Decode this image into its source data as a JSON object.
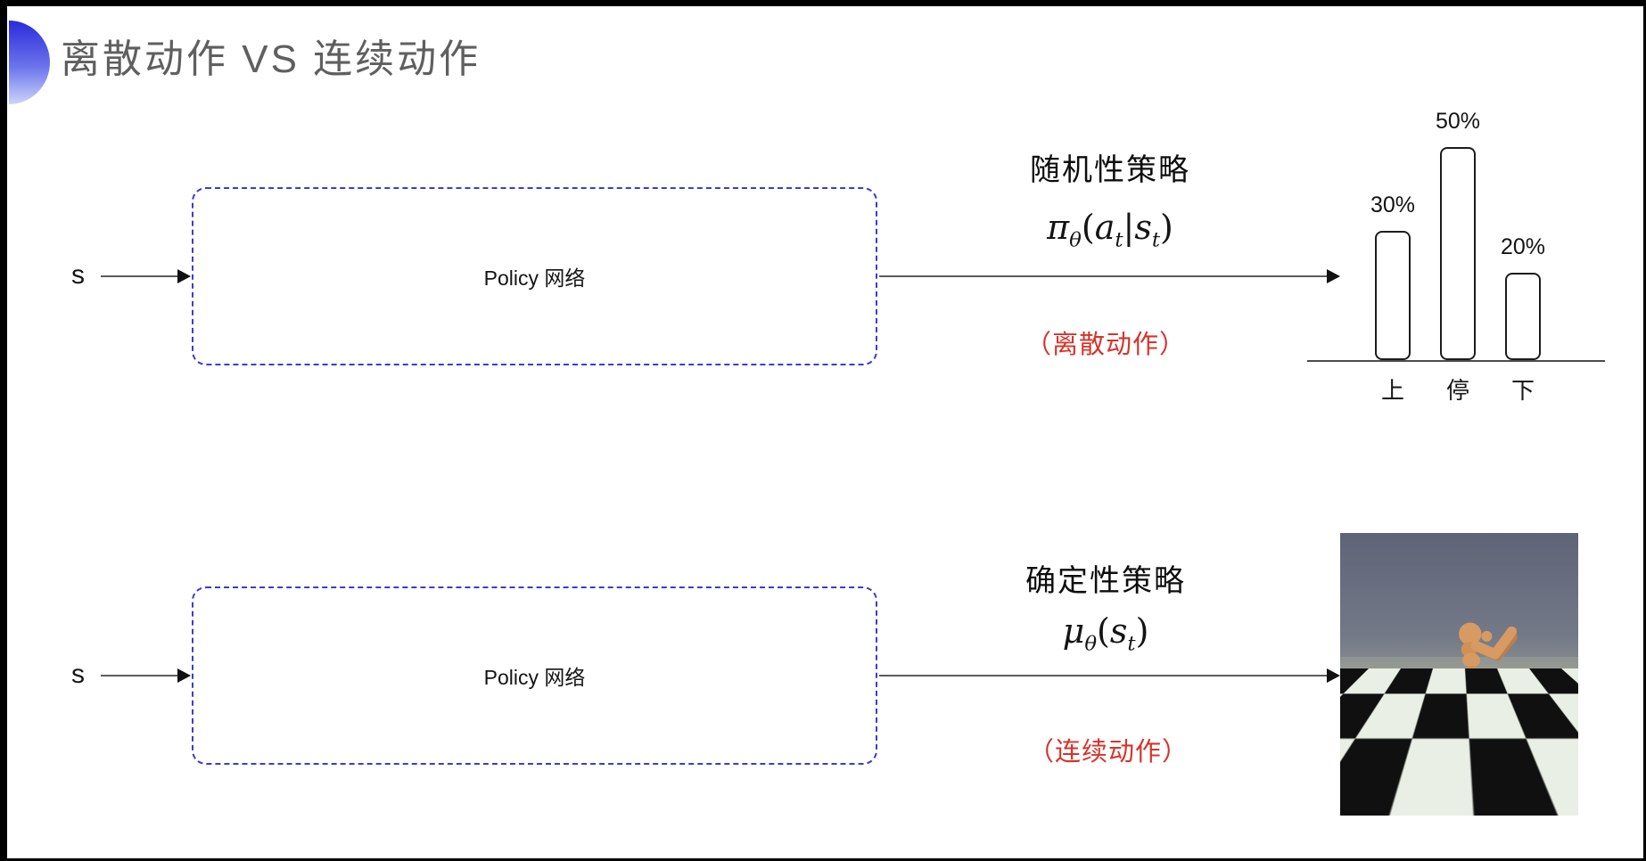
{
  "title": "离散动作 VS 连续动作",
  "top_row": {
    "input_label": "s",
    "box_label": "Policy 网络",
    "policy_type": "随机性策略",
    "formula": [
      {
        "base": "π",
        "sub": "θ",
        "italic": true
      },
      {
        "base": "(",
        "italic": false
      },
      {
        "base": "a",
        "sub": "t",
        "italic": true
      },
      {
        "base": "|",
        "italic": false
      },
      {
        "base": "s",
        "sub": "t",
        "italic": true
      },
      {
        "base": ")",
        "italic": false
      }
    ],
    "action_note": "（离散动作）"
  },
  "bottom_row": {
    "input_label": "s",
    "box_label": "Policy 网络",
    "policy_type": "确定性策略",
    "formula": [
      {
        "base": "μ",
        "sub": "θ",
        "italic": true
      },
      {
        "base": "(",
        "italic": false
      },
      {
        "base": "s",
        "sub": "t",
        "italic": true
      },
      {
        "base": ")",
        "italic": false
      }
    ],
    "action_note": "（连续动作）"
  },
  "chart_data": {
    "type": "bar",
    "categories": [
      "上",
      "停",
      "下"
    ],
    "values": [
      30,
      50,
      20
    ],
    "value_labels": [
      "30%",
      "50%",
      "20%"
    ],
    "title": "",
    "xlabel": "",
    "ylabel": "",
    "ylim": [
      0,
      55
    ],
    "grid": false,
    "legend": false,
    "bar_fill": "#ffffff",
    "bar_border": "#1c1c1c"
  },
  "colors": {
    "accent_blue": "#3c3ccd",
    "alert_red": "#d5342b",
    "title_gray": "#5f5f5f",
    "arrow": "#5c5c5c"
  }
}
